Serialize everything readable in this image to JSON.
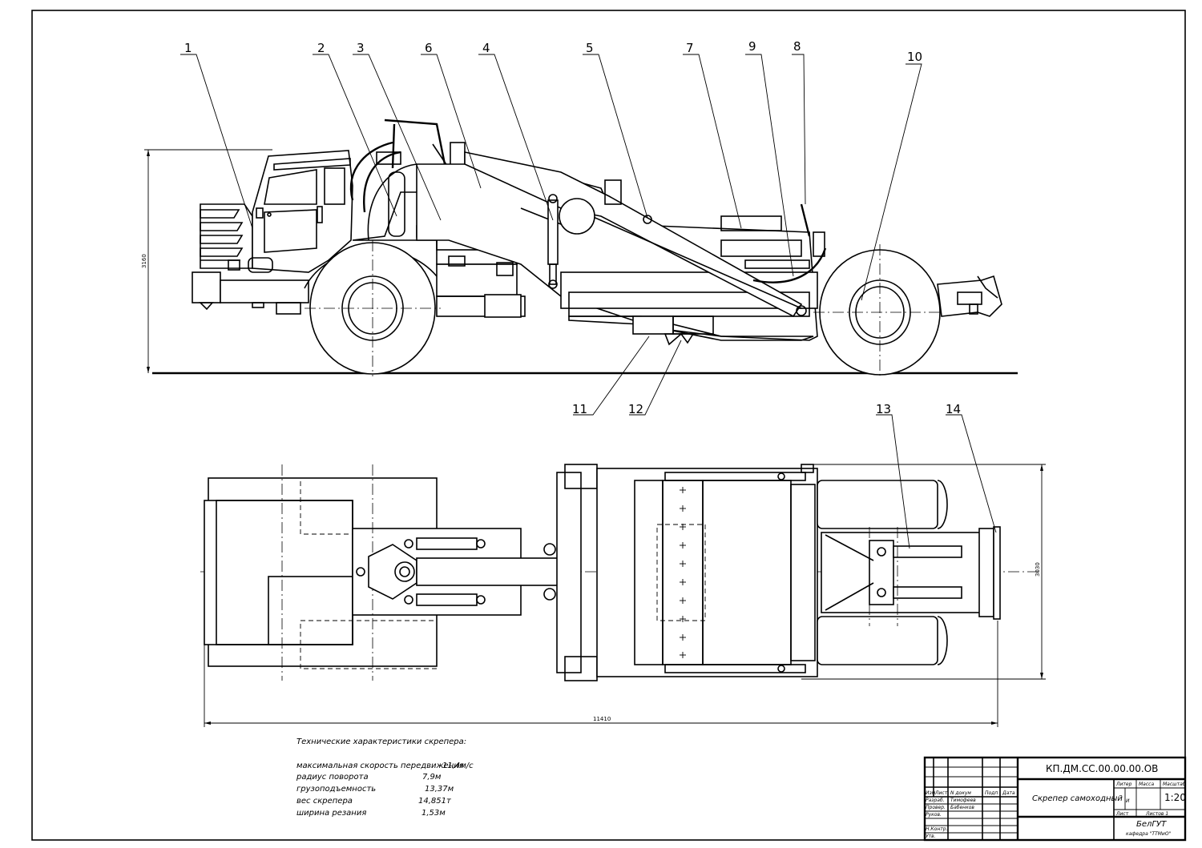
{
  "callouts": [
    "1",
    "2",
    "3",
    "6",
    "4",
    "5",
    "7",
    "9",
    "8",
    "10",
    "11",
    "12",
    "13",
    "14"
  ],
  "dimensions": {
    "height_side": "3160",
    "width_plan": "3030",
    "length_plan": "11410"
  },
  "specs": {
    "heading": "Технические характеристики скрепера:",
    "rows": [
      {
        "name": "максимальная скорость передвижения",
        "value": "11,4м/с"
      },
      {
        "name": "радиус поворота",
        "value": "7,9м"
      },
      {
        "name": "грузоподъемность",
        "value": "13,37м"
      },
      {
        "name": "вес скрепера",
        "value": "14,851т"
      },
      {
        "name": "ширина резания",
        "value": "1,53м"
      }
    ]
  },
  "title_block": {
    "code": "КП.ДМ.СС.00.00.00.ОВ",
    "title": "Скрепер самоходный",
    "col_letter": "Литер",
    "col_mass": "Масса",
    "col_scale": "Масштаб",
    "letter_value": "И",
    "scale": "1:20",
    "sheet": "Лист",
    "sheets": "Листов 1",
    "org": "БелГУТ",
    "dept": "кафедра \"ТТМиО\"",
    "rows": {
      "izm": "Изм",
      "list": "Лист",
      "ndoc": "N докум",
      "podp": "Подп",
      "data": "Дата",
      "razrab": "Разраб.",
      "razrab_name": "Тимофеев",
      "prover": "Провер.",
      "prover_name": "Бабенков",
      "rukov": "Руков.",
      "nkontr": "Н.Контр.",
      "utv": "Утв."
    }
  }
}
